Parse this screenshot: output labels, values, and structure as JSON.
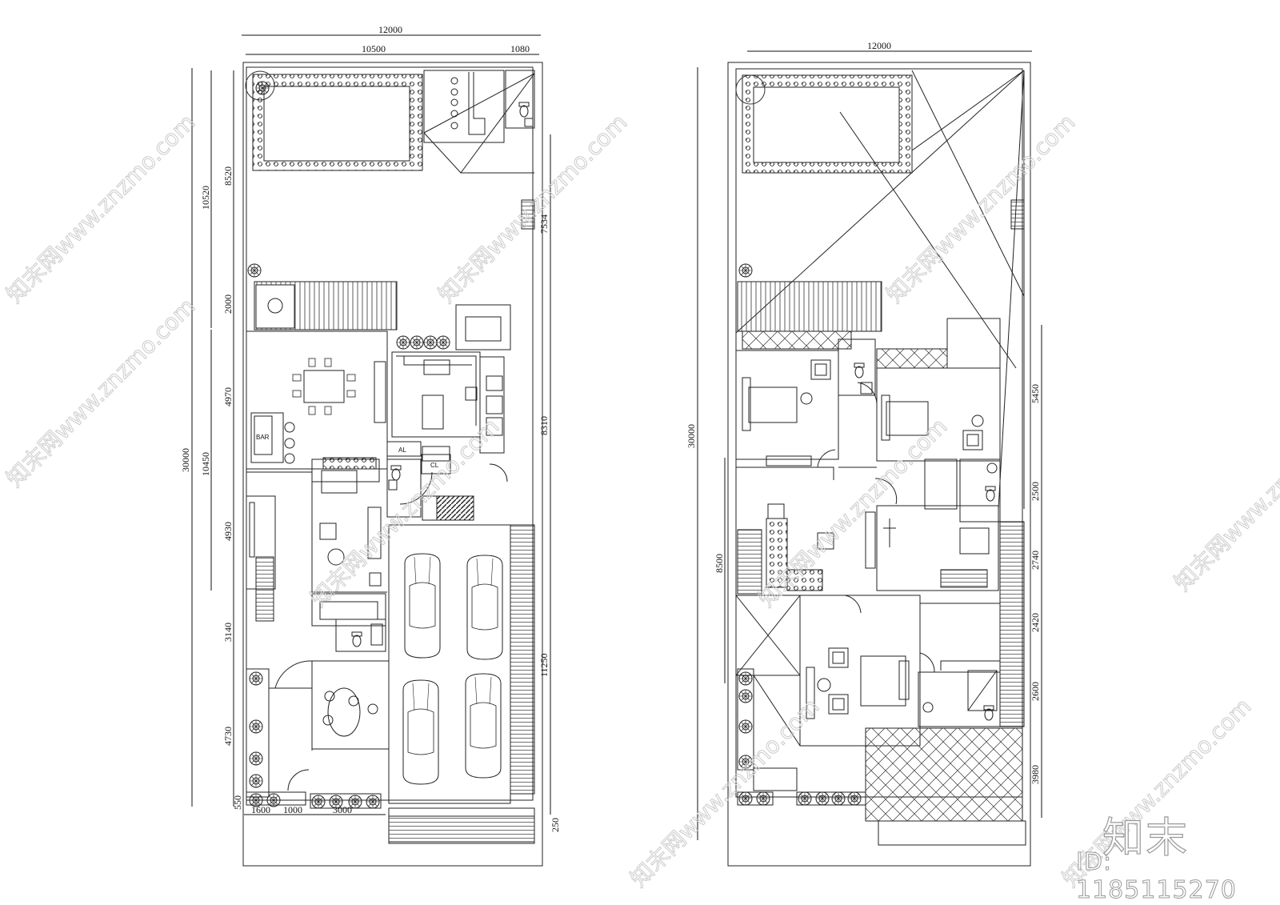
{
  "drawing": {
    "type": "architectural floor plans",
    "units": "mm",
    "plans": [
      {
        "name": "ground-floor-plan",
        "dimensions": {
          "top_total": "12000",
          "top_parts": [
            "10500",
            "1080"
          ],
          "left_total": "30000",
          "left_outer": [
            "10520",
            "10450"
          ],
          "left_inner": [
            "8520",
            "2000",
            "4970",
            "4930",
            "3140",
            "4730",
            "550"
          ],
          "right": [
            "7534",
            "8310",
            "11250",
            "250"
          ],
          "bottom": [
            "1600",
            "1000",
            "3000"
          ]
        },
        "room_labels": [
          "BAR",
          "AL",
          "CL"
        ]
      },
      {
        "name": "upper-floor-plan",
        "dimensions": {
          "top_total": "12000",
          "left_total": "30000",
          "left_inner": [
            "8500"
          ],
          "right": [
            "5450",
            "2500",
            "2740",
            "2420",
            "2600",
            "3980"
          ]
        }
      }
    ]
  },
  "watermark": {
    "text": "知末网www.znzmo.com",
    "logo": "知末",
    "id": "ID: 1185115270"
  }
}
